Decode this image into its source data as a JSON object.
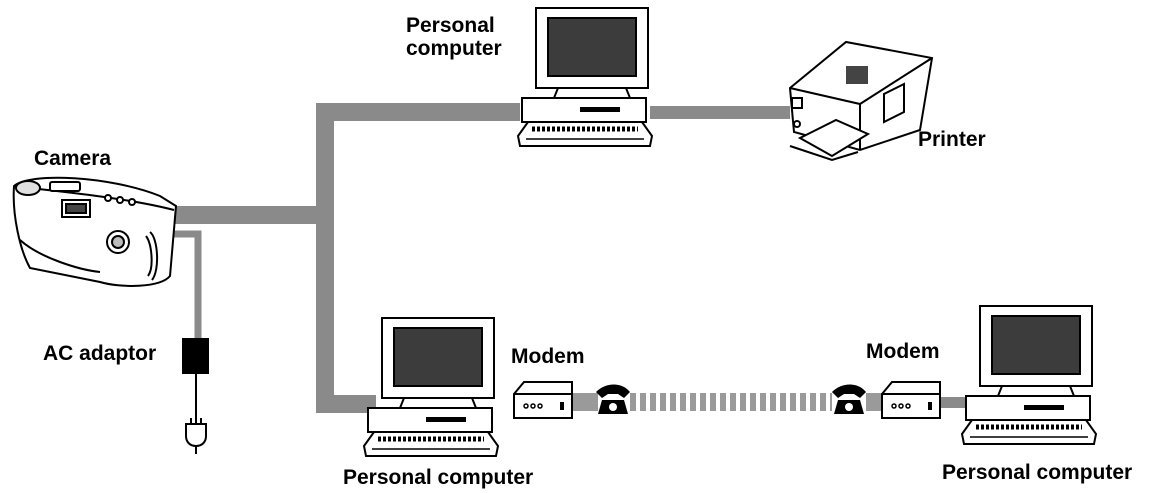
{
  "labels": {
    "camera": "Camera",
    "ac_adaptor": "AC adaptor",
    "pc_top_line1": "Personal",
    "pc_top_line2": "computer",
    "printer": "Printer",
    "modem_left": "Modem",
    "modem_right": "Modem",
    "pc_bottom_left": "Personal computer",
    "pc_bottom_right": "Personal computer"
  },
  "colors": {
    "cable": "#8a8a8a",
    "phone_line": "#9a9a9a",
    "outline": "#000000",
    "screen": "#3c3c3c",
    "background": "#ffffff"
  },
  "icons": [
    "camera-icon",
    "ac-adaptor-icon",
    "plug-icon",
    "computer-icon",
    "printer-icon",
    "modem-icon",
    "telephone-icon"
  ]
}
